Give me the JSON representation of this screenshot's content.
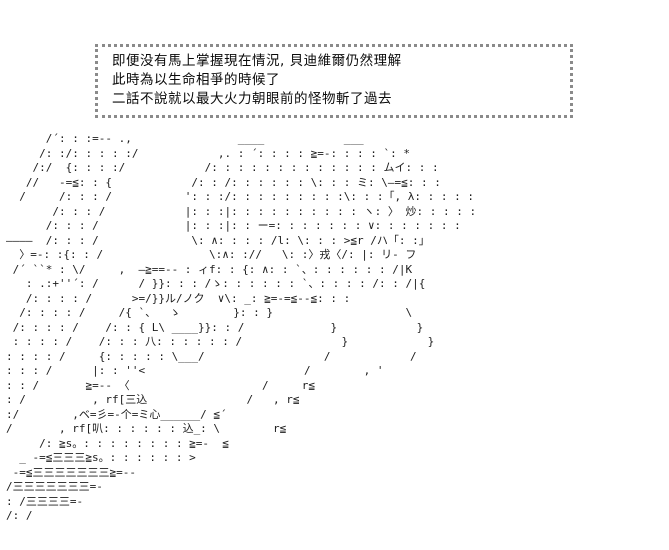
{
  "narration_box": {
    "lines": [
      "即便没有馬上掌握現在情況, 貝迪維爾仍然理解",
      "此時為以生命相爭的時候了",
      "二話不說就以最大火力朝眼前的怪物斬了過去"
    ]
  },
  "ascii_art": {
    "lines": [
      "      /´: : :=‐- .,                ____            ___",
      "     /: :/: : : : :/            ,. : ´: : : : ≧=‐: : : : `: *",
      "    /:/  {: : : :/            /: : : : : : : : : : : : : ムイ: : :",
      "   //   -=≦: : {            /: : /: : : : : : \\: : : ミ: \\―=≦: : :",
      "  /     /: : : /           ': : :/: : : : : : : : :\\: : :「, λ: : : : :",
      "       /: : : /            |: : :|: : : : : : : : : : ヽ: 〉 炒: : : : :",
      "      /: : : /             |: : :|: : ー=: : : : : : : ∨: : : : : : :",
      "――――  /: : : /              \\: ∧: : : : /l: \\: : : >≦r /ハ「: :」",
      "  〉=-: :{: : /                \\:∧: ://   \\: :〉戎〈/: |: リ‐ フ",
      " /´ ``* : \\/     ,  ―≧==‐- : ィf: : {: ∧: : `、: : : : : : /|K",
      "   : .:+''´: /      / }}: : : /ゝ: : : : : : `、: : : : /: : /|{",
      "   /: : : : /      >=/}}ル/ノク  ∨\\: _: ≧=‐=≦‐-≦: : :",
      "  /: : : : /     /{ `、  ゝ        }: : }                    \\",
      " /: : : : /    /: : { L\\ ____}}: : /             }            }",
      " : : : : /    /: : : 八: : : : : : /               }            }",
      ": : : : /     {: : : : : \\___/                  /            /",
      ": : : /      |: : ''<                        /        , '",
      ": : /       ≧=-- 〈                    /     r≦",
      ": /          , rf[三込               /   , r≦",
      ":/        ,ベ=彡=‐个=ミ心______/ ≦´",
      "/       , rf[叭: : : : : : 込_: \\        r≦",
      "     /: ≧s。: : : : : : : : ≧=‐  ≦",
      "  _ -=≦三三三≧s。: : : : : : >",
      " -=≦三三三三三三三≧=--",
      "/三三三三三三三=‐",
      ": /三三三三=‐",
      "/: /"
    ]
  }
}
